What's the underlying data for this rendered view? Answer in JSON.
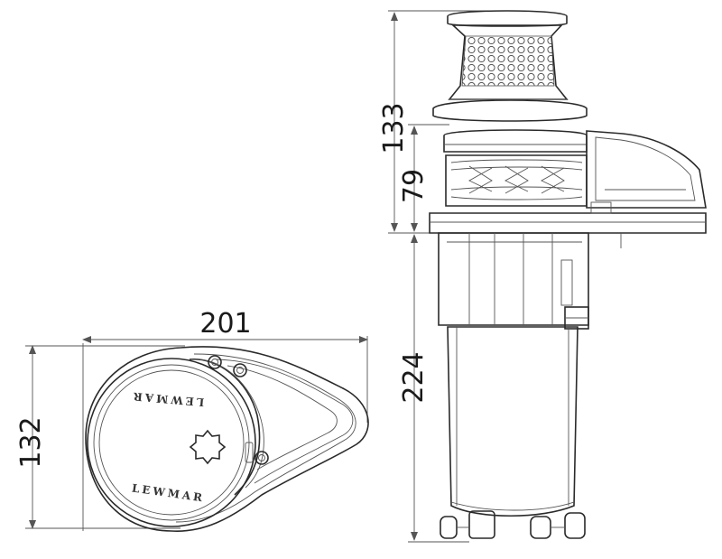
{
  "dimensions": {
    "top_width": "201",
    "top_height": "132",
    "side_upper_height": "133",
    "side_middle_height": "79",
    "side_lower_height": "224"
  },
  "brand": {
    "upper_logo": "LEWMAR",
    "lower_logo": "LEWMAR"
  },
  "colors": {
    "line": "#2a2a2a",
    "dimension": "#555555",
    "background": "#ffffff"
  }
}
